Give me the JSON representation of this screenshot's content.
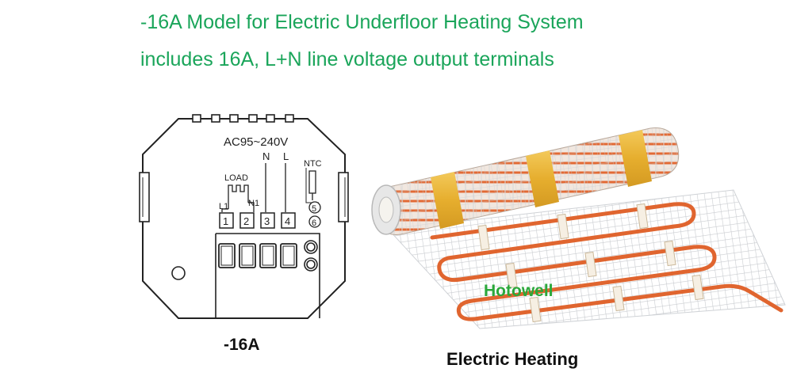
{
  "header": {
    "line1": "-16A Model for Electric Underfloor Heating System",
    "line2": "includes 16A, L+N line voltage output terminals"
  },
  "wiring": {
    "voltage": "AC95~240V",
    "label_n": "N",
    "label_l": "L",
    "label_ntc": "NTC",
    "label_load": "LOAD",
    "label_l1": "L1",
    "label_n1": "N1",
    "terminals": [
      "1",
      "2",
      "3",
      "4"
    ],
    "sensor_terminals": [
      "5",
      "6"
    ],
    "model_caption": "-16A"
  },
  "product": {
    "brand_watermark": "Hotowell",
    "caption": "Electric Heating",
    "colors": {
      "cable": "#e0652f",
      "tape": "#e7b53a",
      "brand_green": "#2aa83a",
      "brand_orange": "#f08a1e"
    }
  },
  "colors": {
    "headline": "#1aa55a",
    "caption": "#111111"
  }
}
